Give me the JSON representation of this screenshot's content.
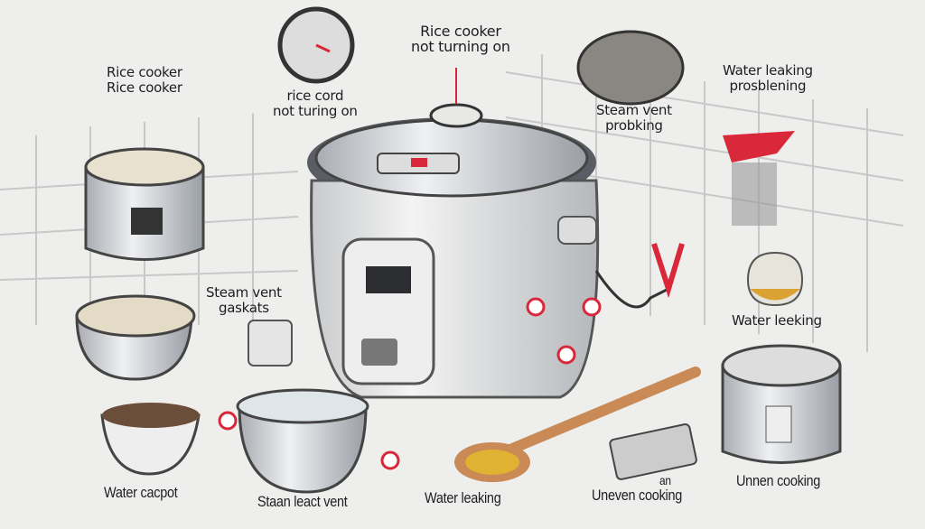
{
  "title": "Rice cooker troubleshooting illustration",
  "labels": {
    "rice_cooker_top_left": [
      "Rice cooker",
      "Rice cooker"
    ],
    "not_turning_on_center": [
      "Rice cooker",
      "not turning on"
    ],
    "rice_cord": [
      "rice cord",
      "not turing on"
    ],
    "water_leaking_top_right": [
      "Water leaking",
      "prosblening"
    ],
    "steam_vent_probking": [
      "Steam vent",
      "probking"
    ],
    "steam_vent_gaskats": [
      "Steam vent",
      "gaskats"
    ],
    "water_leeking_right": "Water leeking",
    "water_cacpot": "Water cacpot",
    "staan_leact_vent": "Staan leact vent",
    "water_leaking_bottom": "Water leaking",
    "uneven_cooking": "Uneven  cooking",
    "an_fragment": "an",
    "unnen_cooking": "Unnen cooking"
  },
  "colors": {
    "background": "#eeeeed",
    "accent_red": "#d8283a",
    "steel": "#c9cbcf",
    "wood": "#c98a55"
  }
}
